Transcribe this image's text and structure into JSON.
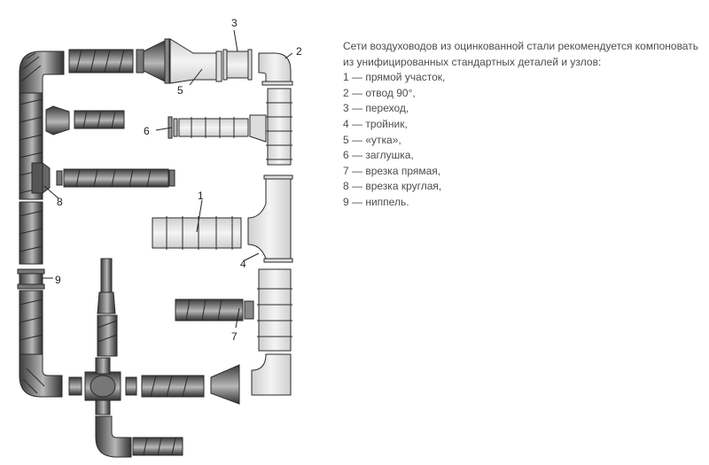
{
  "description": {
    "intro": "Сети воздуховодов из оцинкованной стали рекомендуется компоновать из унифицированных стандартных деталей и узлов:",
    "legend": [
      {
        "num": "1",
        "text": "1 — прямой участок,"
      },
      {
        "num": "2",
        "text": "2 — отвод 90°,"
      },
      {
        "num": "3",
        "text": "3 — переход,"
      },
      {
        "num": "4",
        "text": "4 — тройник,"
      },
      {
        "num": "5",
        "text": "5 — «утка»,"
      },
      {
        "num": "6",
        "text": "6 — заглушка,"
      },
      {
        "num": "7",
        "text": "7 — врезка прямая,"
      },
      {
        "num": "8",
        "text": "8 — врезка круглая,"
      },
      {
        "num": "9",
        "text": "9 — ниппель."
      }
    ]
  },
  "diagram": {
    "callouts": [
      "1",
      "2",
      "3",
      "4",
      "5",
      "6",
      "7",
      "8",
      "9"
    ],
    "colors": {
      "dark_duct": "#5c5c5c",
      "dark_duct_highlight": "#b8b8b8",
      "light_duct": "#e6e6e6",
      "outline": "#2a2a2a"
    }
  }
}
